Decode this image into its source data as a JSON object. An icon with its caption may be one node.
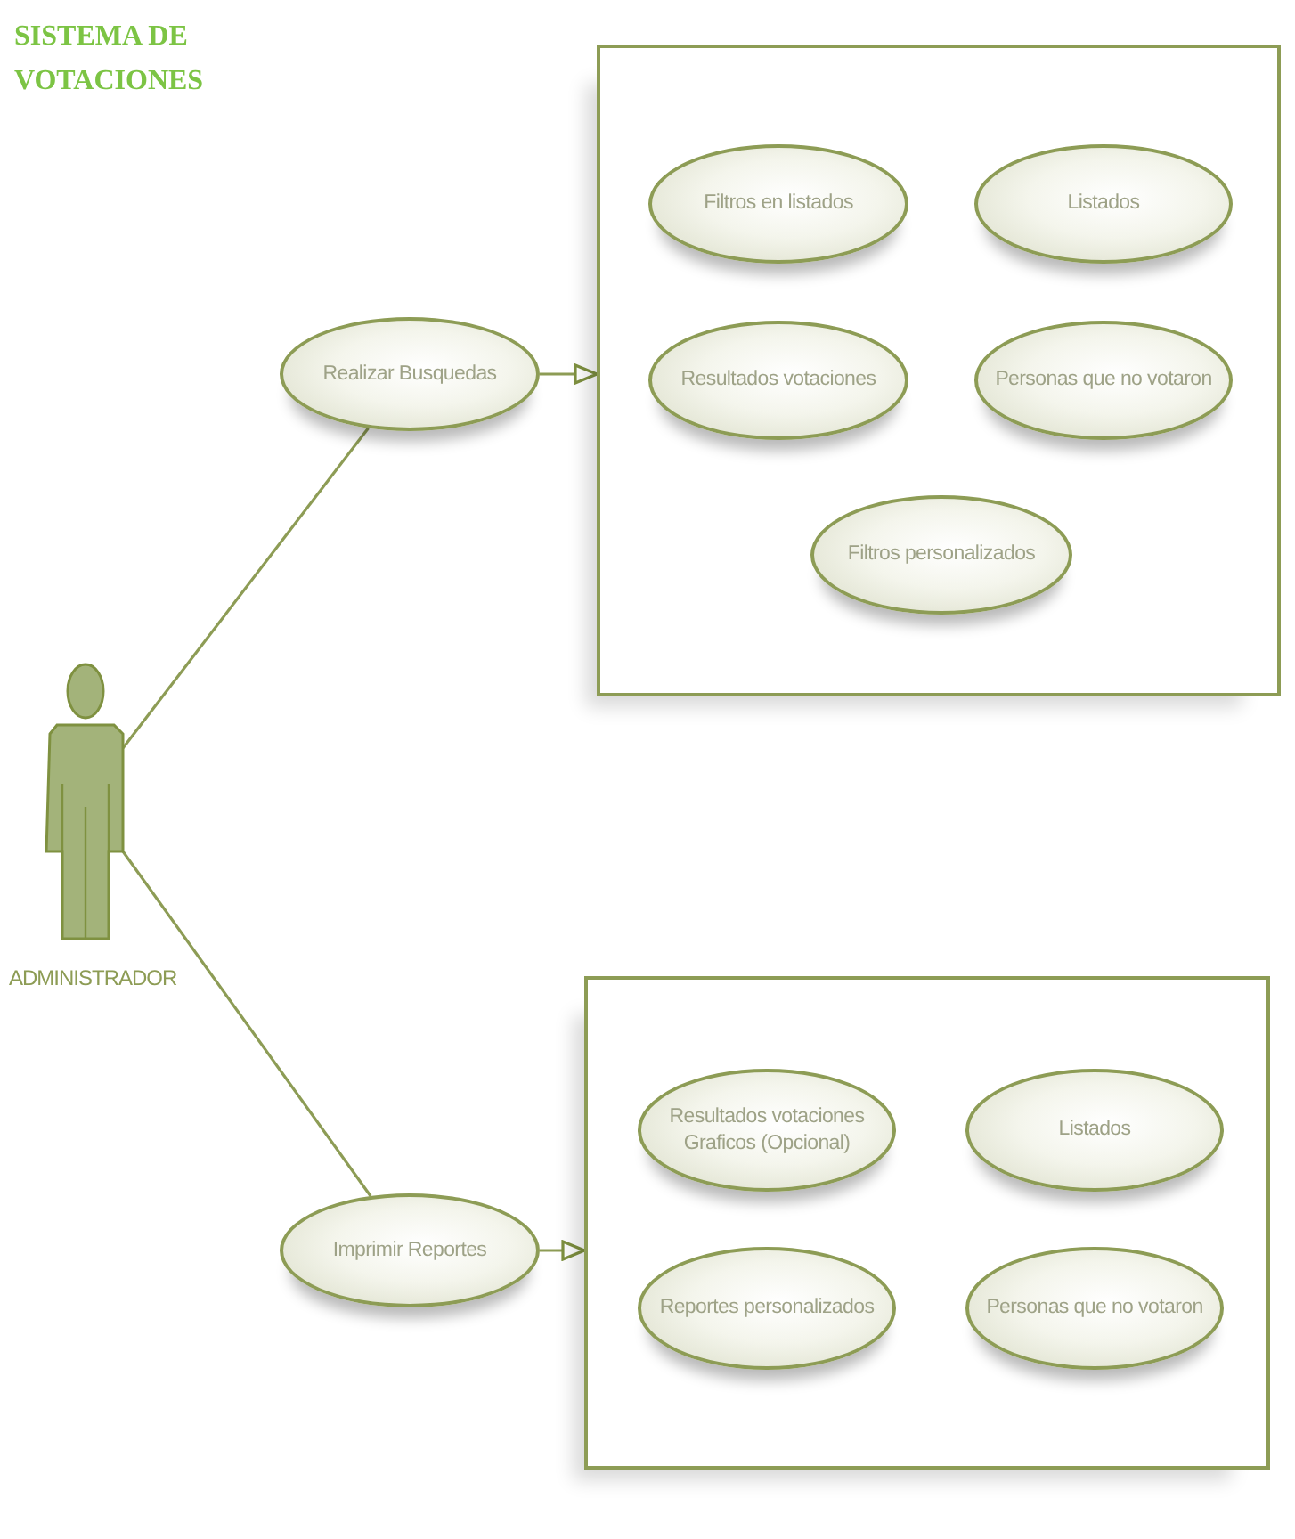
{
  "diagram": {
    "title": "SISTEMA DE VOTACIONES",
    "nodes": [
      {
        "text": [
          "ADMINISTRADOR"
        ]
      },
      {
        "text": [
          "Realizar Busquedas"
        ]
      },
      {
        "text": [
          "Imprimir Reportes"
        ]
      },
      {
        "text": [],
        "shape": "box"
      },
      {
        "text": [
          "Filtros en listados"
        ],
        "in": 3
      },
      {
        "text": [
          "Listados"
        ],
        "in": 3
      },
      {
        "text": [
          "Resultados votaciones"
        ],
        "in": 3
      },
      {
        "text": [
          "Personas que no votaron"
        ],
        "in": 3
      },
      {
        "text": [
          "Filtros personalizados"
        ],
        "in": 3
      },
      {
        "text": [],
        "shape": "box"
      },
      {
        "text": [
          "Resultados votaciones Graficos (Opcional)"
        ],
        "in": 9
      },
      {
        "text": [
          "Listados"
        ],
        "in": 9
      },
      {
        "text": [
          "Reportes personalizados"
        ],
        "in": 9
      },
      {
        "text": [
          "Personas que no votaron"
        ],
        "in": 9
      }
    ],
    "edges": [
      {
        "from": 0,
        "to": 1,
        "arrow": "none"
      },
      {
        "from": 0,
        "to": 2,
        "arrow": "none"
      },
      {
        "from": 1,
        "to": 3,
        "arrow": "to"
      },
      {
        "from": 2,
        "to": 9,
        "arrow": "to"
      }
    ]
  }
}
